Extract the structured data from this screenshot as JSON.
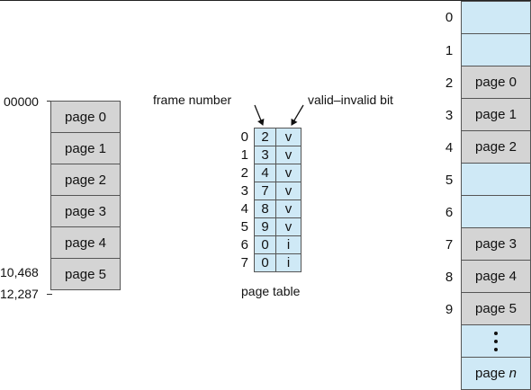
{
  "logical_memory": {
    "start_address": "00000",
    "end_addresses": [
      "10,468",
      "12,287"
    ],
    "pages": [
      "page 0",
      "page 1",
      "page 2",
      "page 3",
      "page 4",
      "page 5"
    ]
  },
  "page_table": {
    "frame_number_label": "frame number",
    "valid_bit_label": "valid–invalid bit",
    "caption": "page table",
    "rows": [
      {
        "index": "0",
        "frame": "2",
        "bit": "v"
      },
      {
        "index": "1",
        "frame": "3",
        "bit": "v"
      },
      {
        "index": "2",
        "frame": "4",
        "bit": "v"
      },
      {
        "index": "3",
        "frame": "7",
        "bit": "v"
      },
      {
        "index": "4",
        "frame": "8",
        "bit": "v"
      },
      {
        "index": "5",
        "frame": "9",
        "bit": "v"
      },
      {
        "index": "6",
        "frame": "0",
        "bit": "i"
      },
      {
        "index": "7",
        "frame": "0",
        "bit": "i"
      }
    ]
  },
  "physical_memory": {
    "frames": [
      {
        "index": "0",
        "label": ""
      },
      {
        "index": "1",
        "label": ""
      },
      {
        "index": "2",
        "label": "page 0"
      },
      {
        "index": "3",
        "label": "page 1"
      },
      {
        "index": "4",
        "label": "page 2"
      },
      {
        "index": "5",
        "label": ""
      },
      {
        "index": "6",
        "label": ""
      },
      {
        "index": "7",
        "label": "page 3"
      },
      {
        "index": "8",
        "label": "page 4"
      },
      {
        "index": "9",
        "label": "page 5"
      }
    ],
    "last_frame_prefix": "page",
    "last_frame_var": "n"
  },
  "colors": {
    "used": "#d4d4d4",
    "free": "#cfe9f6"
  }
}
